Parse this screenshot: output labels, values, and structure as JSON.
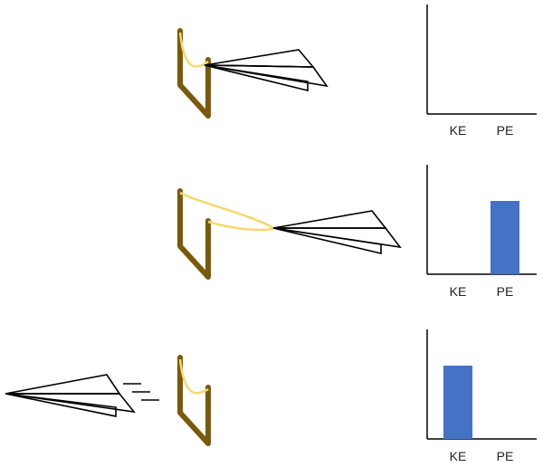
{
  "colors": {
    "slingshot_frame": "#7a5a0a",
    "rubber_band": "#f5d76e",
    "plane_stroke": "#000000",
    "axis": "#000000",
    "bar_fill": "#4472c4"
  },
  "panels": [
    {
      "stage": "band-at-rest",
      "chart": {
        "categories": [
          "KE",
          "PE"
        ],
        "values": [
          0,
          0
        ]
      }
    },
    {
      "stage": "band-stretched",
      "chart": {
        "categories": [
          "KE",
          "PE"
        ],
        "values": [
          0,
          1
        ]
      }
    },
    {
      "stage": "plane-launched",
      "chart": {
        "categories": [
          "KE",
          "PE"
        ],
        "values": [
          1,
          0
        ]
      }
    }
  ]
}
